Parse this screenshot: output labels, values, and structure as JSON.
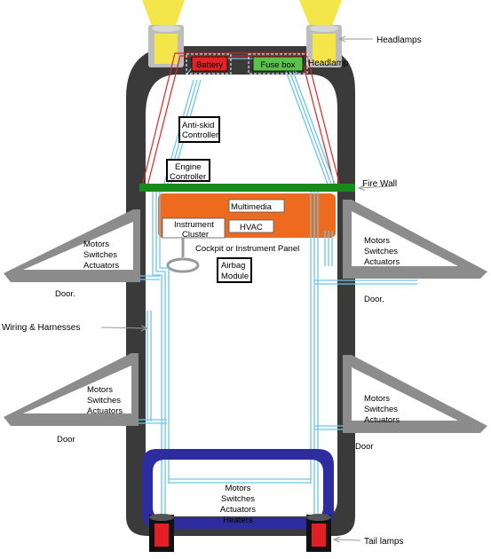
{
  "colors": {
    "body": "#3a3a3a",
    "wire": "#6cc6e8",
    "battery": "#e02424",
    "fuse_box": "#59c24a",
    "firewall": "#178a1c",
    "panel": "#ee6a1e",
    "tail_frame": "#2d2da0",
    "tail_lamp": "#e31e24",
    "lamp_light": "#f4e64a",
    "door": "#8c8c8c"
  },
  "labels": {
    "headlamps": "Headlamps",
    "headlamp": "Headlamp",
    "battery": "Battery",
    "fuse_box": "Fuse box",
    "anti_skid_1": "Anti-skid",
    "anti_skid_2": "Controller",
    "engine_1": "Engine",
    "engine_2": "Controller",
    "fire_wall": "Fire Wall",
    "multimedia": "Multimedia",
    "instrument_1": "Instrument",
    "instrument_2": "Cluster",
    "hvac": "HVAC",
    "cockpit": "Cockpit or Instrument Panel",
    "airbag_1": "Airbag",
    "airbag_2": "Module",
    "wiring": "Wiring & Harnesses",
    "door": "Door.",
    "door_plain": "Door",
    "motors": "Motors",
    "switches": "Switches",
    "actuators": "Actuators",
    "heaters": "Heaters",
    "tail_lamps": "Tail lamps"
  }
}
